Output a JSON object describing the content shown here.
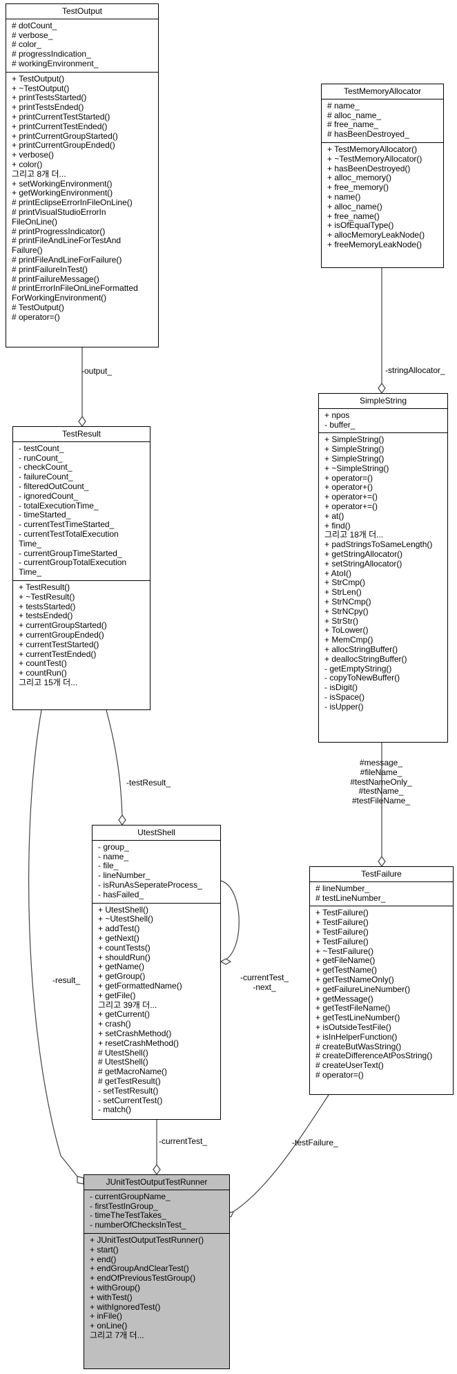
{
  "classes": {
    "TestOutput": {
      "name": "TestOutput",
      "attributes": [
        "# dotCount_",
        "# verbose_",
        "# color_",
        "# progressIndication_",
        "# workingEnvironment_"
      ],
      "methods": [
        "+ TestOutput()",
        "+ ~TestOutput()",
        "+ printTestsStarted()",
        "+ printTestsEnded()",
        "+ printCurrentTestStarted()",
        "+ printCurrentTestEnded()",
        "+ printCurrentGroupStarted()",
        "+ printCurrentGroupEnded()",
        "+ verbose()",
        "+ color()",
        "그리고 8개 더...",
        "+ setWorkingEnvironment()",
        "+ getWorkingEnvironment()",
        "# printEclipseErrorInFileOnLine()",
        "# printVisualStudioErrorIn",
        "FileOnLine()",
        "# printProgressIndicator()",
        "# printFileAndLineForTestAnd",
        "Failure()",
        "# printFileAndLineForFailure()",
        "# printFailureInTest()",
        "# printFailureMessage()",
        "# printErrorInFileOnLineFormatted",
        "ForWorkingEnvironment()",
        "# TestOutput()",
        "# operator=()"
      ]
    },
    "TestMemoryAllocator": {
      "name": "TestMemoryAllocator",
      "attributes": [
        "# name_",
        "# alloc_name_",
        "# free_name_",
        "# hasBeenDestroyed_"
      ],
      "methods": [
        "+ TestMemoryAllocator()",
        "+ ~TestMemoryAllocator()",
        "+ hasBeenDestroyed()",
        "+ alloc_memory()",
        "+ free_memory()",
        "+ name()",
        "+ alloc_name()",
        "+ free_name()",
        "+ isOfEqualType()",
        "+ allocMemoryLeakNode()",
        "+ freeMemoryLeakNode()"
      ]
    },
    "SimpleString": {
      "name": "SimpleString",
      "attributes": [
        "+ npos",
        "- buffer_"
      ],
      "methods": [
        "+ SimpleString()",
        "+ SimpleString()",
        "+ SimpleString()",
        "+ ~SimpleString()",
        "+ operator=()",
        "+ operator+()",
        "+ operator+=()",
        "+ operator+=()",
        "+ at()",
        "+ find()",
        "그리고 18개 더...",
        "+ padStringsToSameLength()",
        "+ getStringAllocator()",
        "+ setStringAllocator()",
        "+ AtoI()",
        "+ StrCmp()",
        "+ StrLen()",
        "+ StrNCmp()",
        "+ StrNCpy()",
        "+ StrStr()",
        "+ ToLower()",
        "+ MemCmp()",
        "+ allocStringBuffer()",
        "+ deallocStringBuffer()",
        "- getEmptyString()",
        "- copyToNewBuffer()",
        "- isDigit()",
        "- isSpace()",
        "- isUpper()"
      ]
    },
    "TestResult": {
      "name": "TestResult",
      "attributes": [
        "- testCount_",
        "- runCount_",
        "- checkCount_",
        "- failureCount_",
        "- filteredOutCount_",
        "- ignoredCount_",
        "- totalExecutionTime_",
        "- timeStarted_",
        "- currentTestTimeStarted_",
        "- currentTestTotalExecution",
        "Time_",
        "- currentGroupTimeStarted_",
        "- currentGroupTotalExecution",
        "Time_"
      ],
      "methods": [
        "+ TestResult()",
        "+ ~TestResult()",
        "+ testsStarted()",
        "+ testsEnded()",
        "+ currentGroupStarted()",
        "+ currentGroupEnded()",
        "+ currentTestStarted()",
        "+ currentTestEnded()",
        "+ countTest()",
        "+ countRun()",
        "그리고 15개 더..."
      ]
    },
    "UtestShell": {
      "name": "UtestShell",
      "attributes": [
        "- group_",
        "- name_",
        "- file_",
        "- lineNumber_",
        "- isRunAsSeperateProcess_",
        "- hasFailed_"
      ],
      "methods": [
        "+ UtestShell()",
        "+ ~UtestShell()",
        "+ addTest()",
        "+ getNext()",
        "+ countTests()",
        "+ shouldRun()",
        "+ getName()",
        "+ getGroup()",
        "+ getFormattedName()",
        "+ getFile()",
        "그리고 39개 더...",
        "+ getCurrent()",
        "+ crash()",
        "+ setCrashMethod()",
        "+ resetCrashMethod()",
        "# UtestShell()",
        "# UtestShell()",
        "# getMacroName()",
        "# getTestResult()",
        "- setTestResult()",
        "- setCurrentTest()",
        "- match()"
      ]
    },
    "TestFailure": {
      "name": "TestFailure",
      "attributes": [
        "# lineNumber_",
        "# testLineNumber_"
      ],
      "methods": [
        "+ TestFailure()",
        "+ TestFailure()",
        "+ TestFailure()",
        "+ TestFailure()",
        "+ ~TestFailure()",
        "+ getFileName()",
        "+ getTestName()",
        "+ getTestNameOnly()",
        "+ getFailureLineNumber()",
        "+ getMessage()",
        "+ getTestFileName()",
        "+ getTestLineNumber()",
        "+ isOutsideTestFile()",
        "+ isInHelperFunction()",
        "# createButWasString()",
        "# createDifferenceAtPosString()",
        "# createUserText()",
        "# operator=()"
      ]
    },
    "JUnitTestOutputTestRunner": {
      "name": "JUnitTestOutputTestRunner",
      "attributes": [
        "- currentGroupName_",
        "- firstTestInGroup_",
        "- timeTheTestTakes_",
        "- numberOfChecksInTest_"
      ],
      "methods": [
        "+ JUnitTestOutputTestRunner()",
        "+ start()",
        "+ end()",
        "+ endGroupAndClearTest()",
        "+ endOfPreviousTestGroup()",
        "+ withGroup()",
        "+ withTest()",
        "+ withIgnoredTest()",
        "+ inFile()",
        "+ onLine()",
        "그리고 7개 더..."
      ]
    }
  },
  "edge_labels": {
    "output": "-output_",
    "string_allocator": "-stringAllocator_",
    "test_result": "-testResult_",
    "result": "-result_",
    "current_test_next": "-currentTest_\n-next_",
    "current_test": "-currentTest_",
    "test_failure": "-testFailure_",
    "strings": "#message_\n#fileName_\n#testNameOnly_\n#testName_\n#testFileName_"
  },
  "colors": {
    "highlight_fill": "#bfbfbf",
    "line": "#404040"
  }
}
